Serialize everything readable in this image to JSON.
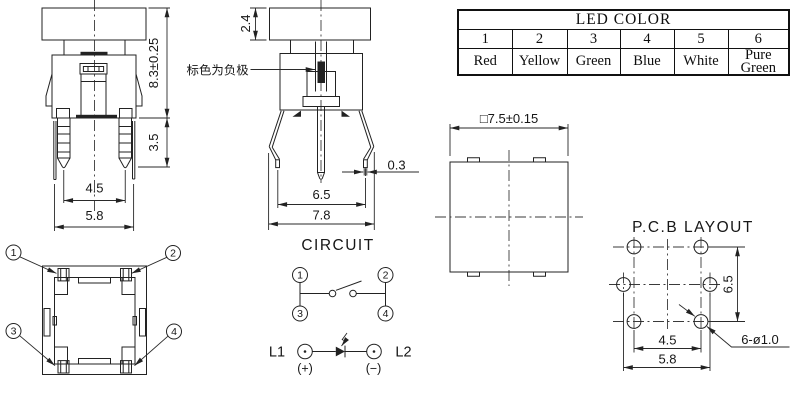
{
  "palette": {
    "background": "#ffffff",
    "line": "#222222",
    "text": "#161616"
  },
  "led_table": {
    "title": "LED COLOR",
    "columns": [
      {
        "num": "1",
        "color": "Red"
      },
      {
        "num": "2",
        "color": "Yellow"
      },
      {
        "num": "3",
        "color": "Green"
      },
      {
        "num": "4",
        "color": "Blue"
      },
      {
        "num": "5",
        "color": "White"
      },
      {
        "num": "6",
        "color": "Pure Green"
      }
    ]
  },
  "front_view": {
    "dims": {
      "height": "8.3±0.25",
      "pin_length": "3.5",
      "pin_pitch": "4.5",
      "base_width": "5.8"
    }
  },
  "side_view": {
    "dims": {
      "cap_height": "2.4",
      "clip_thickness": "0.3",
      "clip_pitch": "6.5",
      "overall_width": "7.8"
    },
    "note": "标色为负极"
  },
  "top_view": {
    "dims": {
      "outline": "□7.5±0.15"
    }
  },
  "bottom_view": {
    "pins": [
      "1",
      "2",
      "3",
      "4"
    ]
  },
  "circuit": {
    "title": "CIRCUIT",
    "pins": [
      "1",
      "2",
      "3",
      "4"
    ],
    "led": {
      "left": "L1",
      "right": "L2",
      "left_pol": "(+)",
      "right_pol": "(−)"
    }
  },
  "pcb": {
    "title": "P.C.B  LAYOUT",
    "dims": {
      "pin_pitch": "4.5",
      "led_pitch": "5.8",
      "row_pitch": "6.5"
    },
    "hole_callout": "6-ø1.0"
  }
}
